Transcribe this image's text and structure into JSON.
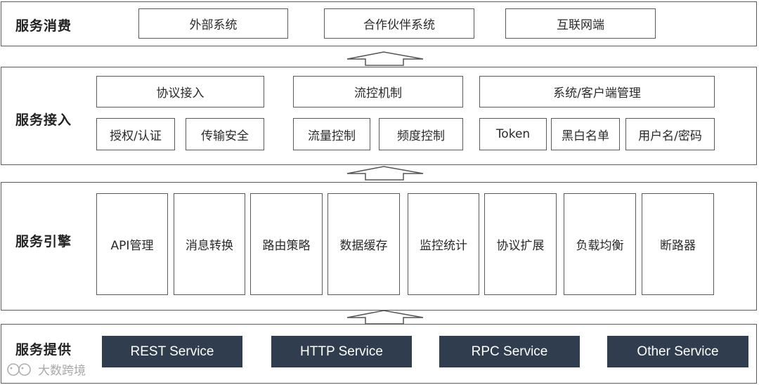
{
  "layers": {
    "consume": {
      "title": "服务消费",
      "items": [
        "外部系统",
        "合作伙伴系统",
        "互联网端"
      ]
    },
    "access": {
      "title": "服务接入",
      "groups": [
        "协议接入",
        "流控机制",
        "系统/客户端管理"
      ],
      "items": [
        "授权/认证",
        "传输安全",
        "流量控制",
        "频度控制",
        "Token",
        "黑白名单",
        "用户名/密码"
      ]
    },
    "engine": {
      "title": "服务引擎",
      "items": [
        "API管理",
        "消息转换",
        "路由策略",
        "数据缓存",
        "监控统计",
        "协议扩展",
        "负载均衡",
        "断路器"
      ]
    },
    "provide": {
      "title": "服务提供",
      "items": [
        "REST Service",
        "HTTP Service",
        "RPC Service",
        "Other Service"
      ]
    }
  },
  "watermark": "大数跨境",
  "colors": {
    "border": "#5a5a5a",
    "dark_box": "#2f3d4f"
  }
}
